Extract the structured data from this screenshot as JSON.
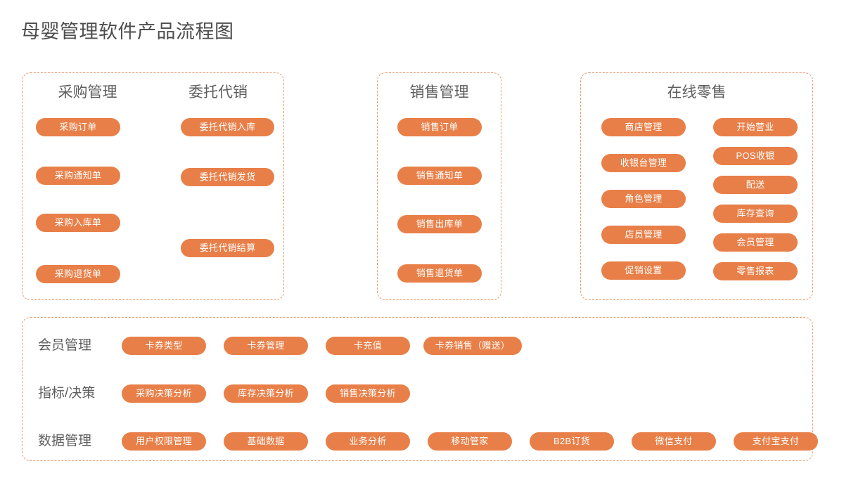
{
  "title": "母婴管理软件产品流程图",
  "colors": {
    "pill_fill": "#e87f48",
    "pill_text": "#ffffff",
    "panel_border": "#ea9a6e",
    "heading_text": "#5e5e5e",
    "title_text": "#4d4d4d",
    "background": "#ffffff"
  },
  "panels": [
    {
      "id": "panel-purchasing",
      "name": "purchasing-panel",
      "columns": [
        {
          "header": "采购管理",
          "items": [
            "采购订单",
            "采购通知单",
            "采购入库单",
            "采购退货单"
          ]
        },
        {
          "header": "委托代销",
          "items": [
            "委托代销入库",
            "委托代销发货",
            "委托代销结算"
          ]
        }
      ]
    },
    {
      "id": "panel-sales",
      "name": "sales-panel",
      "columns": [
        {
          "header": "销售管理",
          "items": [
            "销售订单",
            "销售通知单",
            "销售出库单",
            "销售退货单"
          ]
        }
      ]
    },
    {
      "id": "panel-retail",
      "name": "retail-panel",
      "columns": [
        {
          "header": "在线零售",
          "items": [
            "商店管理",
            "收银台管理",
            "角色管理",
            "店员管理",
            "促销设置"
          ]
        },
        {
          "header": "",
          "items": [
            "开始营业",
            "POS收银",
            "配送",
            "库存查询",
            "会员管理",
            "零售报表"
          ]
        }
      ]
    }
  ],
  "platform": {
    "name": "platform-panel",
    "rows": [
      {
        "label": "会员管理",
        "items": [
          "卡券类型",
          "卡券管理",
          "卡充值",
          "卡券销售（赠送）"
        ]
      },
      {
        "label": "指标/决策",
        "items": [
          "采购决策分析",
          "库存决策分析",
          "销售决策分析"
        ]
      },
      {
        "label": "数据管理",
        "items": [
          "用户权限管理",
          "基础数据",
          "业务分析",
          "移动管家",
          "B2B订货",
          "微信支付",
          "支付宝支付"
        ]
      }
    ]
  }
}
